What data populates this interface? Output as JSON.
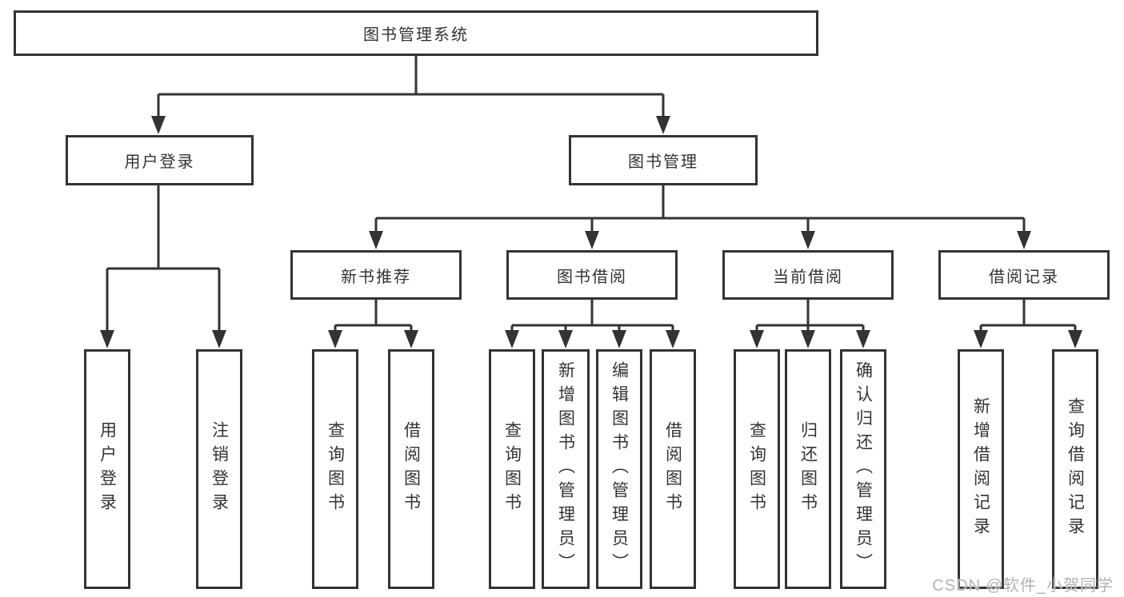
{
  "diagram_title": "图书管理系统",
  "tree": {
    "root": {
      "label": "图书管理系统"
    },
    "branches": [
      {
        "label": "用户登录",
        "children": [
          {
            "label": "用户登录"
          },
          {
            "label": "注销登录"
          }
        ]
      },
      {
        "label": "图书管理",
        "children": [
          {
            "label": "新书推荐",
            "children": [
              {
                "label": "查询图书"
              },
              {
                "label": "借阅图书"
              }
            ]
          },
          {
            "label": "图书借阅",
            "children": [
              {
                "label": "查询图书"
              },
              {
                "label": "新增图书（管理员）"
              },
              {
                "label": "编辑图书（管理员）"
              },
              {
                "label": "借阅图书"
              }
            ]
          },
          {
            "label": "当前借阅",
            "children": [
              {
                "label": "查询图书"
              },
              {
                "label": "归还图书"
              },
              {
                "label": "确认归还（管理员）"
              }
            ]
          },
          {
            "label": "借阅记录",
            "children": [
              {
                "label": "新增借阅记录"
              },
              {
                "label": "查询借阅记录"
              }
            ]
          }
        ]
      }
    ]
  },
  "watermark": {
    "text": "CSDN @软件_小贺同学",
    "color": "#b3b3b3"
  },
  "colors": {
    "line": "#333333",
    "text": "#333333",
    "background": "#ffffff",
    "box_background": "#ffffff"
  }
}
